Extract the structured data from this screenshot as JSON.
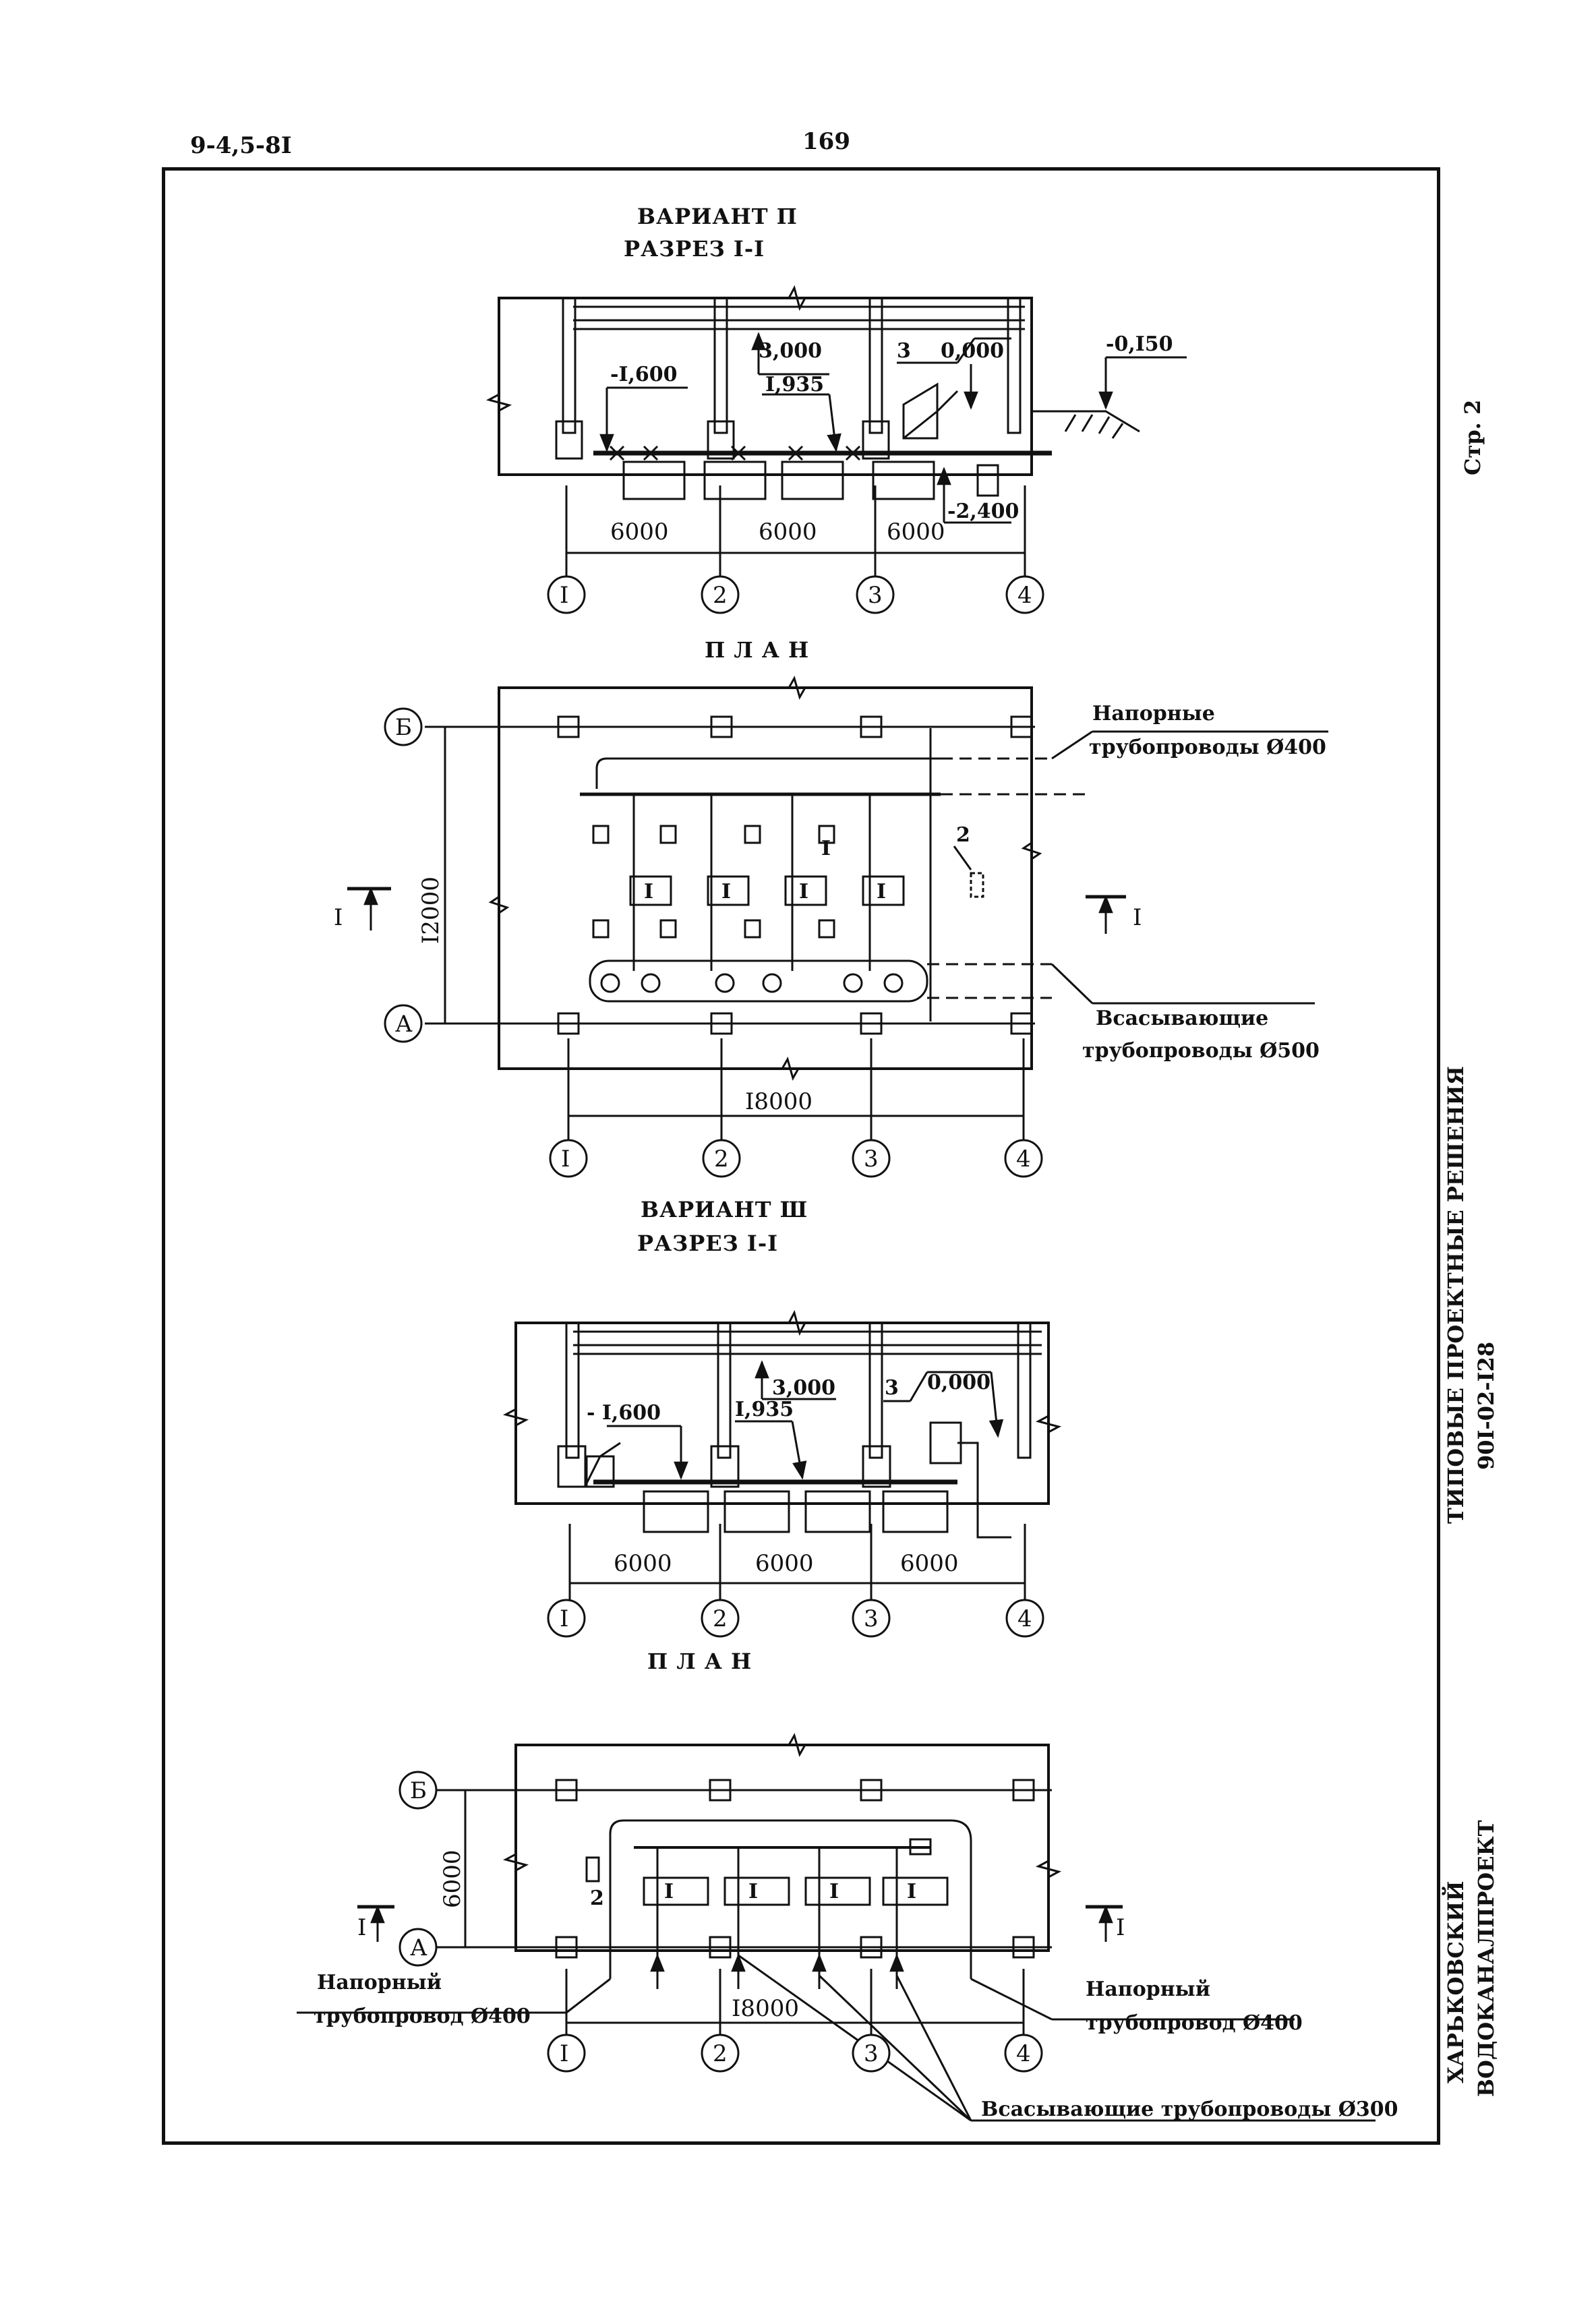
{
  "header": {
    "doc_code": "9-4,5-8I",
    "page_number": "169"
  },
  "side": {
    "page_ref": "Стр. 2",
    "series_title": "ТИПОВЫЕ ПРОЕКТНЫЕ РЕШЕНИЯ",
    "series_code": "90I-02-I28",
    "org_line1": "ХАРЬКОВСКИЙ",
    "org_line2": "ВОДОКАНАЛПРОЕКТ"
  },
  "variant2": {
    "title": "ВАРИАНТ П",
    "section_title": "РАЗРЕЗ I-I",
    "elevations": [
      "-I,600",
      "3,000",
      "I,935",
      "3",
      "0,000",
      "-0,I50",
      "-2,400"
    ],
    "spans": [
      "6000",
      "6000",
      "6000"
    ],
    "axes": [
      "I",
      "2",
      "3",
      "4"
    ],
    "plan_title": "П Л А Н",
    "rows": [
      "Б",
      "А"
    ],
    "width_dim": "I2000",
    "length_dim": "I8000",
    "pump_label": "I",
    "item_2": "2",
    "cut_label": "I",
    "pressure_label_1": "Напорные",
    "pressure_label_2": "трубопроводы Ø400",
    "suction_label_1": "Всасывающие",
    "suction_label_2": "трубопроводы Ø500"
  },
  "variant3": {
    "title": "ВАРИАНТ Ш",
    "section_title": "РАЗРЕЗ I-I",
    "elevations": [
      "- I,600",
      "3,000",
      "I,935",
      "3",
      "0,000"
    ],
    "spans": [
      "6000",
      "6000",
      "6000"
    ],
    "axes": [
      "I",
      "2",
      "3",
      "4"
    ],
    "plan_title": "П Л А Н",
    "rows": [
      "Б",
      "А"
    ],
    "width_dim": "6000",
    "length_dim": "I8000",
    "pump_label": "I",
    "item_2": "2",
    "cut_label": "I",
    "pressure_left_1": "Напорный",
    "pressure_left_2": "трубопровод Ø400",
    "pressure_right_1": "Напорный",
    "pressure_right_2": "трубопровод Ø400",
    "suction_label": "Всасывающие трубопроводы Ø300"
  }
}
